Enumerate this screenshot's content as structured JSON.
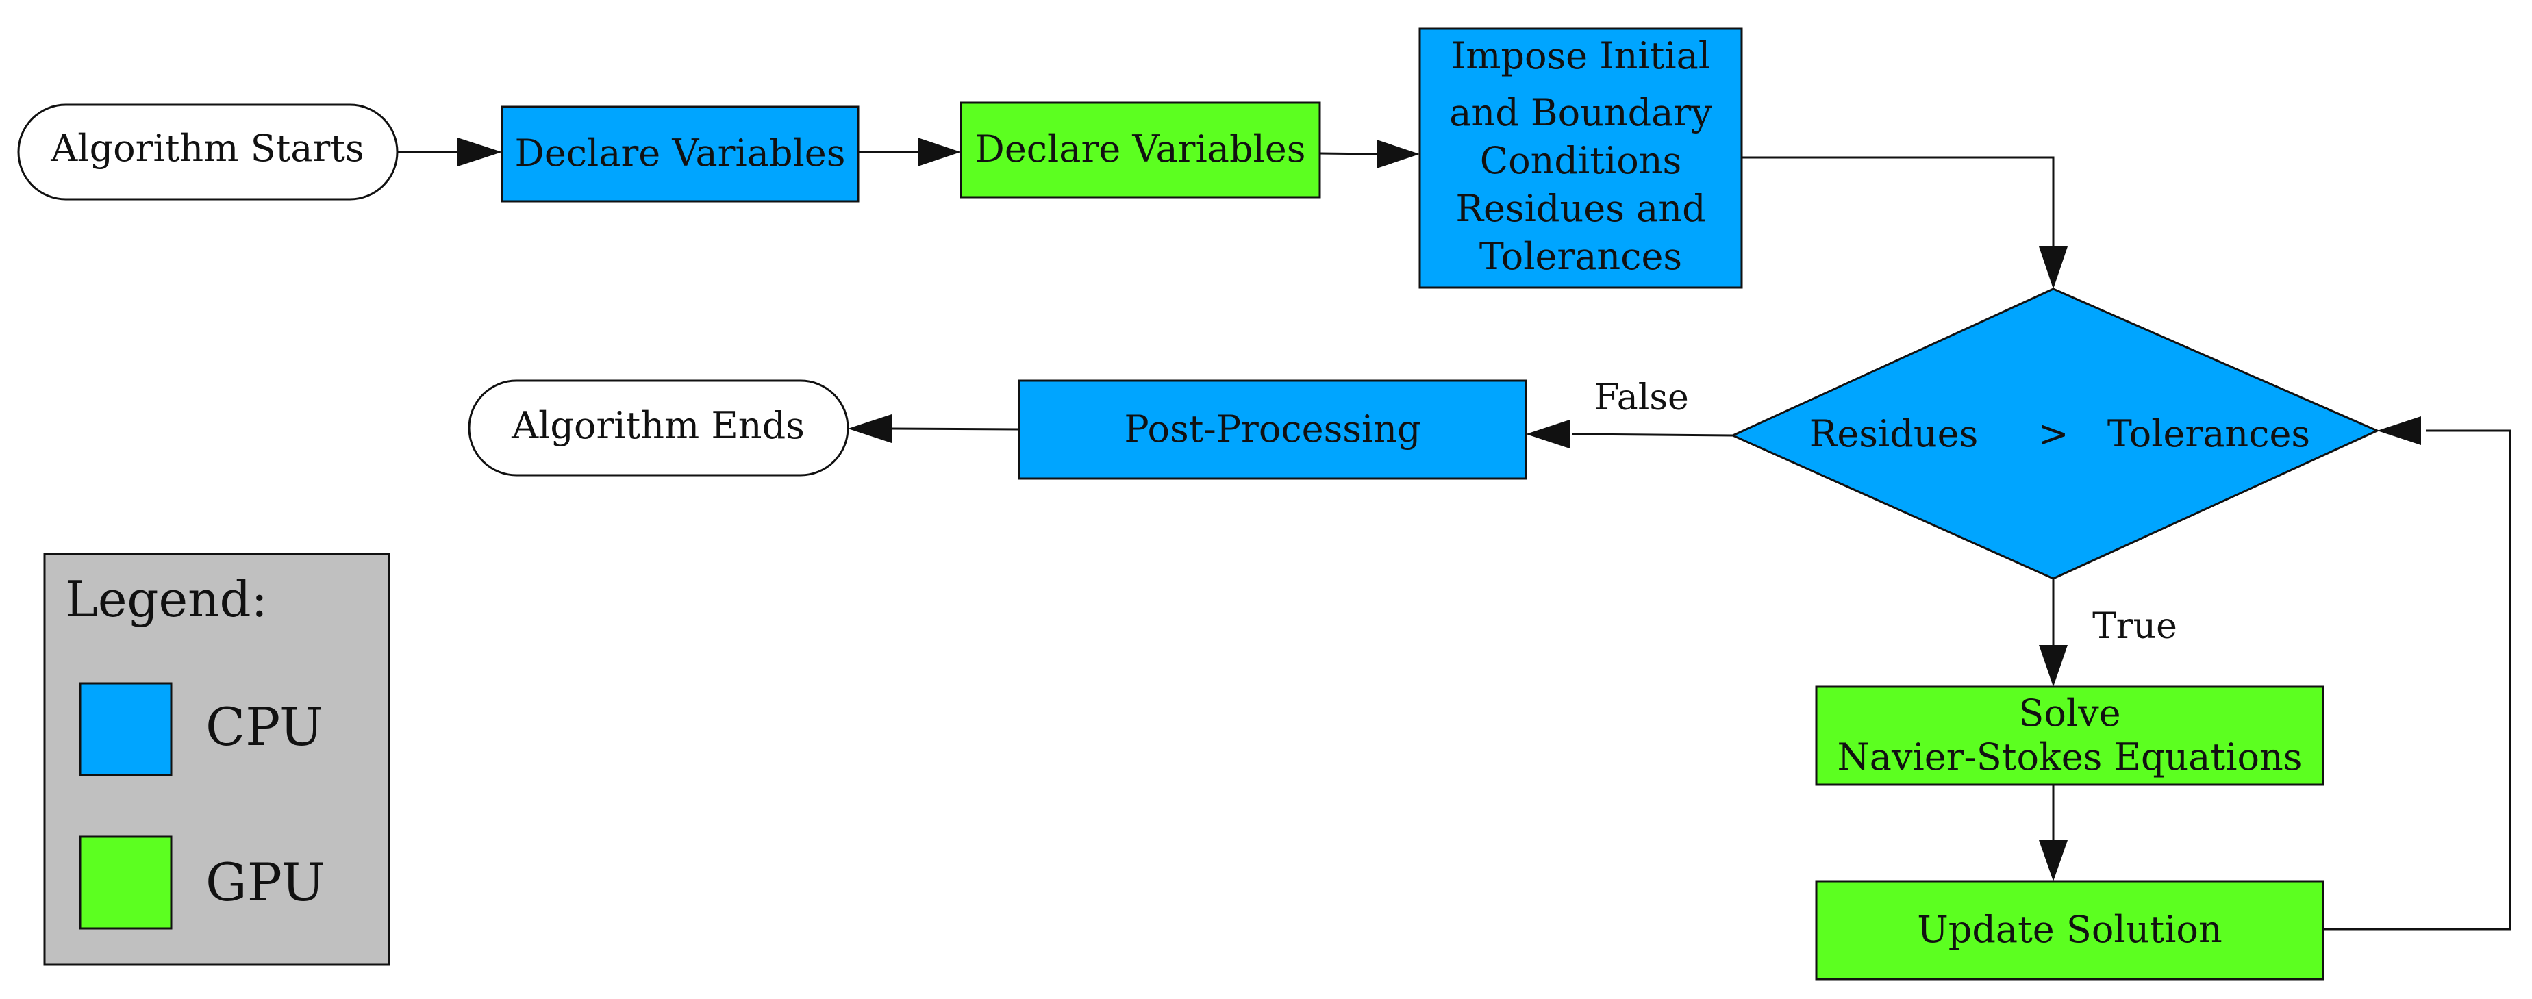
{
  "nodes": {
    "start": {
      "label": "Algorithm Starts"
    },
    "declare_cpu": {
      "label": "Declare Variables"
    },
    "declare_gpu": {
      "label": "Declare Variables"
    },
    "impose": {
      "lines": [
        "Impose Initial",
        "and Boundary",
        "Conditions",
        "Residues and",
        "Tolerances"
      ]
    },
    "decision": {
      "left": "Residues",
      "op": ">",
      "right": "Tolerances"
    },
    "post": {
      "label": "Post-Processing"
    },
    "end": {
      "label": "Algorithm Ends"
    },
    "solve": {
      "lines": [
        "Solve",
        "Navier-Stokes Equations"
      ]
    },
    "update": {
      "label": "Update Solution"
    }
  },
  "edges": {
    "false_label": "False",
    "true_label": "True"
  },
  "legend": {
    "title": "Legend:",
    "items": [
      {
        "label": "CPU",
        "color": "#00a5ff"
      },
      {
        "label": "GPU",
        "color": "#5cff20"
      }
    ]
  },
  "colors": {
    "cpu": "#00a5ff",
    "gpu": "#5cff20",
    "legend_bg": "#c0c0c0",
    "terminal": "#ffffff"
  }
}
